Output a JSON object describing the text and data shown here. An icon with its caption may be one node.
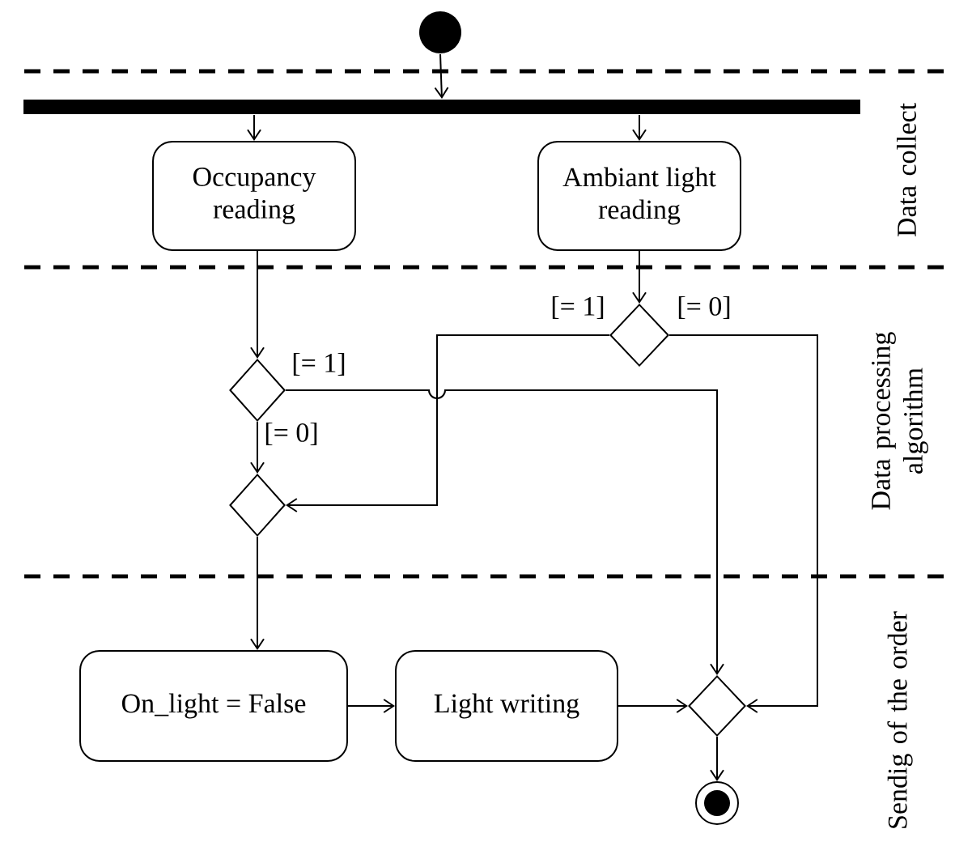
{
  "diagram": {
    "nodes": [
      {
        "text": [],
        "shape": "circle"
      },
      {
        "text": [],
        "shape": "bar"
      },
      {
        "text": [
          "Occupancy reading"
        ]
      },
      {
        "text": [
          "Ambiant light reading"
        ]
      },
      {
        "text": [],
        "shape": "diamond"
      },
      {
        "text": [],
        "shape": "diamond"
      },
      {
        "text": [],
        "shape": "diamond"
      },
      {
        "text": [
          "On_light = False"
        ]
      },
      {
        "text": [
          "Light writing"
        ]
      },
      {
        "text": [],
        "shape": "diamond"
      },
      {
        "text": [],
        "shape": "circle"
      }
    ],
    "edges": [
      {
        "from": 0,
        "to": 1,
        "arrow": "to"
      },
      {
        "from": 1,
        "to": 2,
        "arrow": "to"
      },
      {
        "from": 1,
        "to": 3,
        "arrow": "to"
      },
      {
        "from": 3,
        "to": 4,
        "arrow": "to"
      },
      {
        "from": 4,
        "to": 6,
        "arrow": "to",
        "label": "[= 1]"
      },
      {
        "from": 4,
        "to": 9,
        "arrow": "to",
        "label": "[= 0]"
      },
      {
        "from": 2,
        "to": 5,
        "arrow": "to"
      },
      {
        "from": 5,
        "to": 9,
        "arrow": "to",
        "label": "[= 1]"
      },
      {
        "from": 5,
        "to": 6,
        "arrow": "to",
        "label": "[= 0]"
      },
      {
        "from": 6,
        "to": 7,
        "arrow": "to"
      },
      {
        "from": 7,
        "to": 8,
        "arrow": "to"
      },
      {
        "from": 8,
        "to": 9,
        "arrow": "to"
      },
      {
        "from": 9,
        "to": 10,
        "arrow": "to"
      }
    ],
    "labels": [
      "Data collect",
      "Data processing algorithm",
      "Sendig of the order"
    ]
  }
}
